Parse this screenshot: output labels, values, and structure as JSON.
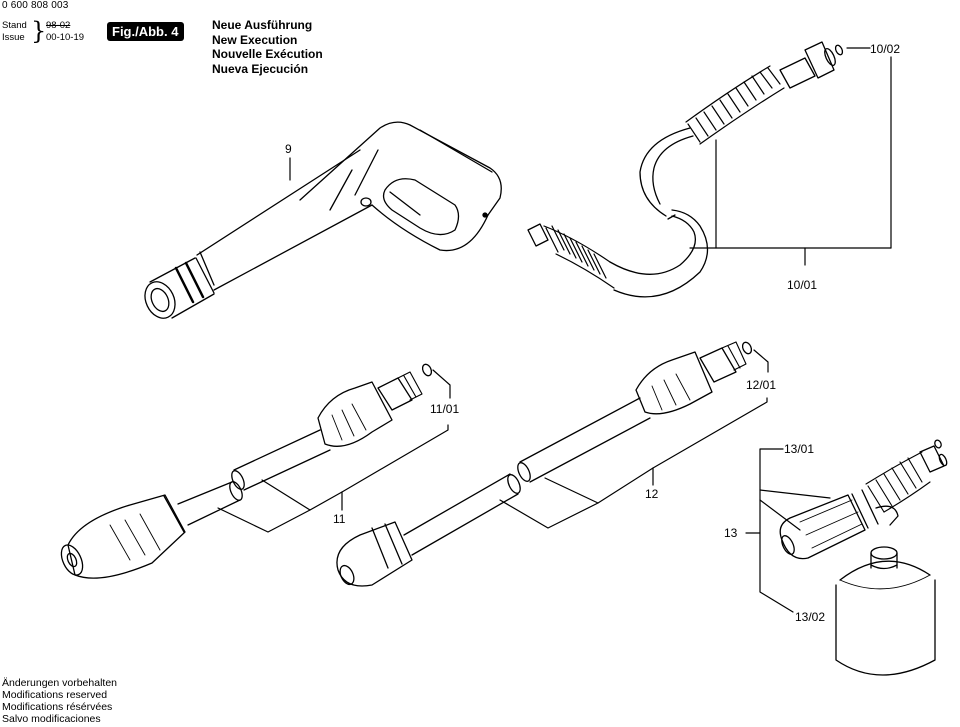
{
  "document": {
    "number": "0 600 808 003",
    "stand_label": "Stand",
    "stand_value": "98-02",
    "issue_label": "Issue",
    "issue_value": "00-10-19",
    "figure_badge": "Fig./Abb. 4"
  },
  "execution_notes": [
    "Neue Ausführung",
    "New Execution",
    "Nouvelle Exécution",
    "Nueva Ejecución"
  ],
  "footer_notes": [
    "Änderungen vorbehalten",
    "Modifications reserved",
    "Modifications résérvées",
    "Salvo modificaciones"
  ],
  "callouts": {
    "gun": "9",
    "hose_oring": "10/02",
    "hose": "10/01",
    "lance_11_oring": "11/01",
    "lance_11": "11",
    "lance_12_oring": "12/01",
    "lance_12": "12",
    "foam_nozzle": "13/01",
    "foam_set": "13",
    "foam_bottle": "13/02"
  }
}
